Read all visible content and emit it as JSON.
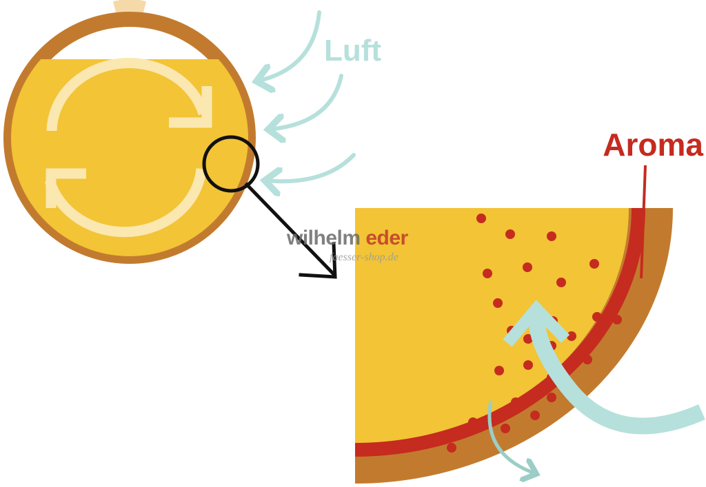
{
  "labels": {
    "air": "Luft",
    "aroma": "Aroma"
  },
  "watermark": {
    "brand_part1": "wilhelm ",
    "brand_part2": "eder",
    "brand_sub": "faesser-shop.de"
  },
  "colors": {
    "wood": "#c27b2e",
    "wine": "#f2c436",
    "aroma": "#c52b1f",
    "air": "#b6e0dc",
    "circulation": "#fbe7b0",
    "magnifier": "#111111"
  },
  "icons": [
    "barrel-icon",
    "circulation-arrow-icon",
    "air-arrow-icon",
    "magnifier-circle-icon",
    "zoom-arrow-icon"
  ]
}
